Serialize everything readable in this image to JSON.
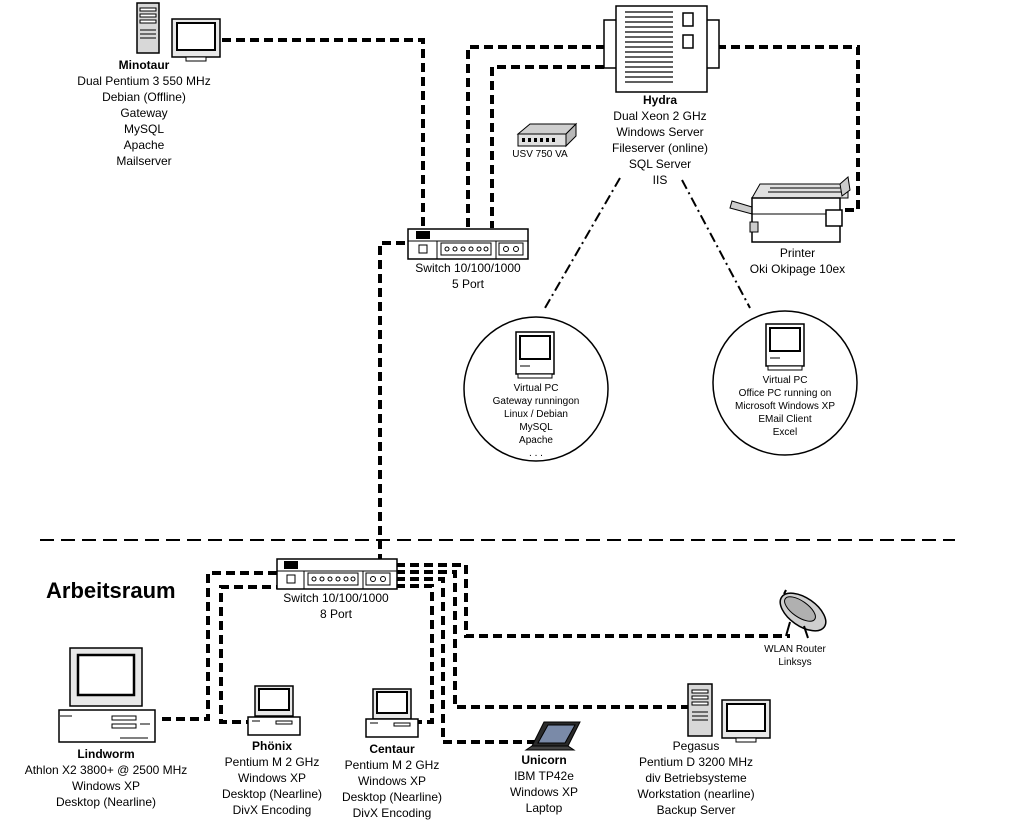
{
  "area_title": "Arbeitsraum",
  "nodes": {
    "minotaur": {
      "name": "Minotaur",
      "lines": [
        "Dual Pentium 3 550 MHz",
        "Debian (Offline)",
        "Gateway",
        "MySQL",
        "Apache",
        "Mailserver"
      ]
    },
    "hydra": {
      "name": "Hydra",
      "lines": [
        "Dual Xeon 2  GHz",
        "Windows Server",
        "Fileserver (online)",
        "SQL Server",
        "IIS"
      ]
    },
    "usv": {
      "name": "USV 750 VA"
    },
    "printer": {
      "lines": [
        "Printer",
        "Oki Okipage 10ex"
      ]
    },
    "switch_top": {
      "lines": [
        "Switch 10/100/1000",
        "5 Port"
      ]
    },
    "switch_bottom": {
      "lines": [
        "Switch 10/100/1000",
        "8 Port"
      ]
    },
    "vpc1": {
      "lines": [
        "Virtual PC",
        "Gateway runningon",
        "Linux / Debian",
        "MySQL",
        "Apache",
        ". . ."
      ]
    },
    "vpc2": {
      "lines": [
        "Virtual PC",
        "Office PC running on",
        "Microsoft Windows XP",
        "EMail Client",
        "Excel"
      ]
    },
    "wlan": {
      "lines": [
        "WLAN Router",
        "Linksys"
      ]
    },
    "lindworm": {
      "name": "Lindworm",
      "lines": [
        "Athlon X2 3800+ @ 2500  MHz",
        "Windows XP",
        "Desktop (Nearline)"
      ]
    },
    "phoenix": {
      "name": "Phönix",
      "lines": [
        "Pentium M 2 GHz",
        "Windows XP",
        "Desktop (Nearline)",
        "DivX Encoding"
      ]
    },
    "centaur": {
      "name": "Centaur",
      "lines": [
        "Pentium M 2 GHz",
        "Windows XP",
        "Desktop (Nearline)",
        "DivX Encoding"
      ]
    },
    "unicorn": {
      "name": "Unicorn",
      "lines": [
        "IBM TP42e",
        "Windows XP",
        "Laptop"
      ]
    },
    "pegasus": {
      "lines": [
        "Pegasus",
        "Pentium D 3200 MHz",
        "div Betriebsysteme",
        "Workstation (nearline)",
        "Backup Server"
      ]
    }
  }
}
